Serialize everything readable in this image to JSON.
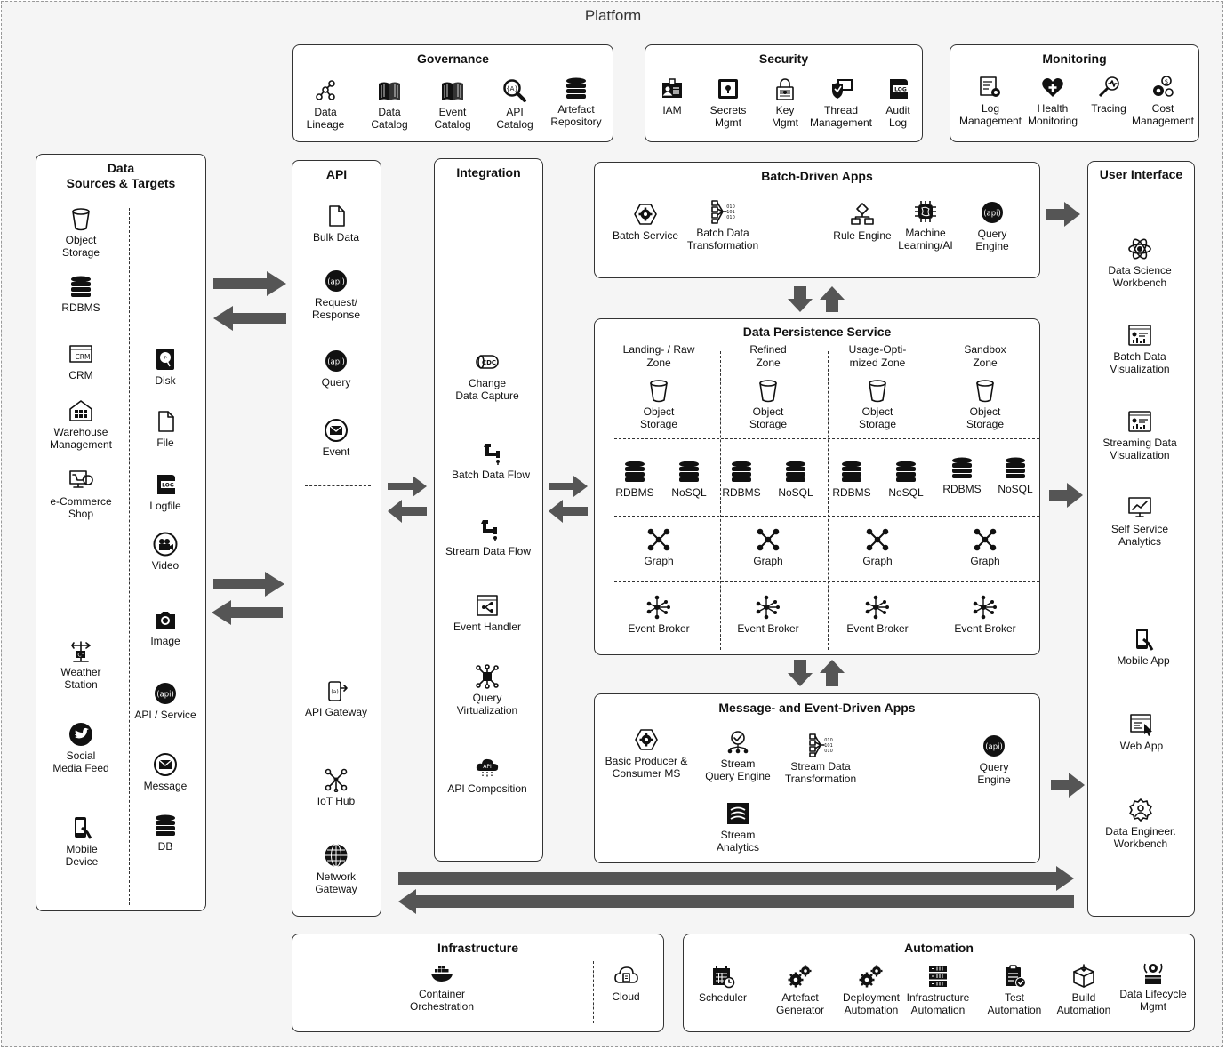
{
  "platform": {
    "title": "Platform"
  },
  "governance": {
    "title": "Governance",
    "items": [
      {
        "label": "Data\nLineage",
        "icon": "lineage-icon"
      },
      {
        "label": "Data\nCatalog",
        "icon": "book-icon"
      },
      {
        "label": "Event\nCatalog",
        "icon": "book-icon"
      },
      {
        "label": "API\nCatalog",
        "icon": "api-search-icon"
      },
      {
        "label": "Artefact\nRepository",
        "icon": "database-icon"
      }
    ]
  },
  "security": {
    "title": "Security",
    "items": [
      {
        "label": "IAM",
        "icon": "id-card-icon"
      },
      {
        "label": "Secrets\nMgmt",
        "icon": "safe-icon"
      },
      {
        "label": "Key\nMgmt",
        "icon": "lock-icon"
      },
      {
        "label": "Thread\nManagement",
        "icon": "shield-monitor-icon"
      },
      {
        "label": "Audit\nLog",
        "icon": "log-icon"
      }
    ]
  },
  "monitoring": {
    "title": "Monitoring",
    "items": [
      {
        "label": "Log\nManagement",
        "icon": "log-gear-icon"
      },
      {
        "label": "Health\nMonitoring",
        "icon": "heart-icon"
      },
      {
        "label": "Tracing",
        "icon": "tracing-icon"
      },
      {
        "label": "Cost\nManagement",
        "icon": "cost-gear-icon"
      }
    ]
  },
  "data_sources": {
    "title": "Data\nSources & Targets",
    "left": [
      {
        "label": "Object\nStorage",
        "icon": "bucket-icon"
      },
      {
        "label": "RDBMS",
        "icon": "database-icon"
      },
      {
        "label": "CRM",
        "icon": "crm-icon"
      },
      {
        "label": "Warehouse\nManagement",
        "icon": "warehouse-icon"
      },
      {
        "label": "e-Commerce\nShop",
        "icon": "shop-icon"
      },
      {
        "label": "Weather\nStation",
        "icon": "weather-station-icon"
      },
      {
        "label": "Social\nMedia Feed",
        "icon": "bird-icon"
      },
      {
        "label": "Mobile\nDevice",
        "icon": "mobile-icon"
      }
    ],
    "right": [
      {
        "label": "Disk",
        "icon": "disk-icon"
      },
      {
        "label": "File",
        "icon": "file-icon"
      },
      {
        "label": "Logfile",
        "icon": "log-icon"
      },
      {
        "label": "Video",
        "icon": "video-icon"
      },
      {
        "label": "Image",
        "icon": "camera-icon"
      },
      {
        "label": "API / Service",
        "icon": "api-icon"
      },
      {
        "label": "Message",
        "icon": "mail-icon"
      },
      {
        "label": "DB",
        "icon": "database-icon"
      }
    ]
  },
  "api": {
    "title": "API",
    "items": [
      {
        "label": "Bulk Data",
        "icon": "file-icon"
      },
      {
        "label": "Request/\nResponse",
        "icon": "api-icon"
      },
      {
        "label": "Query",
        "icon": "api-icon"
      },
      {
        "label": "Event",
        "icon": "mail-icon"
      },
      {
        "label": "API Gateway",
        "icon": "api-gateway-icon"
      },
      {
        "label": "IoT Hub",
        "icon": "iot-hub-icon"
      },
      {
        "label": "Network\nGateway",
        "icon": "globe-icon"
      }
    ]
  },
  "integration": {
    "title": "Integration",
    "items": [
      {
        "label": "Change\nData Capture",
        "icon": "cdc-icon"
      },
      {
        "label": "Batch Data Flow",
        "icon": "pipe-icon"
      },
      {
        "label": "Stream Data Flow",
        "icon": "pipe-icon"
      },
      {
        "label": "Event Handler",
        "icon": "event-handler-icon"
      },
      {
        "label": "Query\nVirtualization",
        "icon": "query-virtualization-icon"
      },
      {
        "label": "API Composition",
        "icon": "api-cloud-icon"
      }
    ]
  },
  "batch_apps": {
    "title": "Batch-Driven Apps",
    "items": [
      {
        "label": "Batch Service",
        "icon": "gear-hex-icon"
      },
      {
        "label": "Batch Data\nTransformation",
        "icon": "transformation-icon"
      },
      {
        "label": "Rule Engine",
        "icon": "flowchart-icon"
      },
      {
        "label": "Machine\nLearning/AI",
        "icon": "chip-icon"
      },
      {
        "label": "Query\nEngine",
        "icon": "api-icon"
      }
    ]
  },
  "persistence": {
    "title": "Data Persistence Service",
    "zones": [
      {
        "label": "Landing- / Raw\nZone",
        "storage": "Object\nStorage",
        "db1": "RDBMS",
        "db2": "NoSQL",
        "graph": "Graph",
        "broker": "Event Broker"
      },
      {
        "label": "Refined\nZone",
        "storage": "Object\nStorage",
        "db1": "RDBMS",
        "db2": "NoSQL",
        "graph": "Graph",
        "broker": "Event Broker"
      },
      {
        "label": "Usage-Opti-\nmized Zone",
        "storage": "Object\nStorage",
        "db1": "RDBMS",
        "db2": "NoSQL",
        "graph": "Graph",
        "broker": "Event Broker"
      },
      {
        "label": "Sandbox\nZone",
        "storage": "Object\nStorage",
        "db1": "RDBMS",
        "db2": "NoSQL",
        "graph": "Graph",
        "broker": "Event Broker"
      }
    ]
  },
  "message_apps": {
    "title": "Message- and Event-Driven Apps",
    "items": [
      {
        "label": "Basic Producer &\nConsumer MS",
        "icon": "gear-hex-icon"
      },
      {
        "label": "Stream\nQuery Engine",
        "icon": "stream-query-icon"
      },
      {
        "label": "Stream Data\nTransformation",
        "icon": "transformation-icon"
      },
      {
        "label": "Query\nEngine",
        "icon": "api-icon"
      },
      {
        "label": "Stream\nAnalytics",
        "icon": "stream-analytics-icon"
      }
    ]
  },
  "user_interface": {
    "title": "User Interface",
    "items": [
      {
        "label": "Data Science\nWorkbench",
        "icon": "atom-icon"
      },
      {
        "label": "Batch Data\nVisualization",
        "icon": "dashboard-icon"
      },
      {
        "label": "Streaming Data\nVisualization",
        "icon": "dashboard-icon"
      },
      {
        "label": "Self Service\nAnalytics",
        "icon": "chart-monitor-icon"
      },
      {
        "label": "Mobile App",
        "icon": "mobile-icon"
      },
      {
        "label": "Web App",
        "icon": "browser-icon"
      },
      {
        "label": "Data Engineer.\nWorkbench",
        "icon": "gear-user-icon"
      }
    ]
  },
  "infrastructure": {
    "title": "Infrastructure",
    "items": [
      {
        "label": "Container\nOrchestration",
        "icon": "docker-icon"
      },
      {
        "label": "Cloud",
        "icon": "cloud-icon"
      }
    ]
  },
  "automation": {
    "title": "Automation",
    "items": [
      {
        "label": "Scheduler",
        "icon": "calendar-icon"
      },
      {
        "label": "Artefact\nGenerator",
        "icon": "gears-icon"
      },
      {
        "label": "Deployment\nAutomation",
        "icon": "gears-icon"
      },
      {
        "label": "Infrastructure\nAutomation",
        "icon": "server-icon"
      },
      {
        "label": "Test\nAutomation",
        "icon": "clipboard-check-icon"
      },
      {
        "label": "Build\nAutomation",
        "icon": "box-icon"
      },
      {
        "label": "Data Lifecycle\nMgmt",
        "icon": "lifecycle-icon"
      }
    ]
  }
}
